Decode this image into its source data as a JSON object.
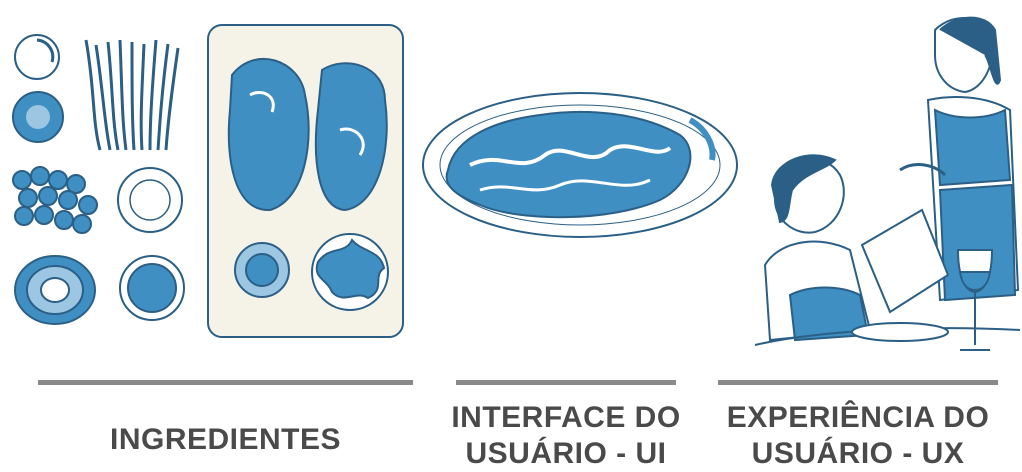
{
  "colors": {
    "ink": "#2b5f86",
    "blue": "#3f8fc3",
    "paper": "#f5f2e8",
    "rule": "#8a8a8a",
    "caption": "#4a4a4a"
  },
  "sections": [
    {
      "caption_lines": [
        "INGREDIENTES"
      ],
      "illustration": "raw-ingredients-icon"
    },
    {
      "caption_lines": [
        "INTERFACE DO",
        "USUÁRIO - UI"
      ],
      "illustration": "plated-dish-icon"
    },
    {
      "caption_lines": [
        "EXPERIÊNCIA DO",
        "USUÁRIO - UX"
      ],
      "illustration": "dining-scene-icon"
    }
  ]
}
